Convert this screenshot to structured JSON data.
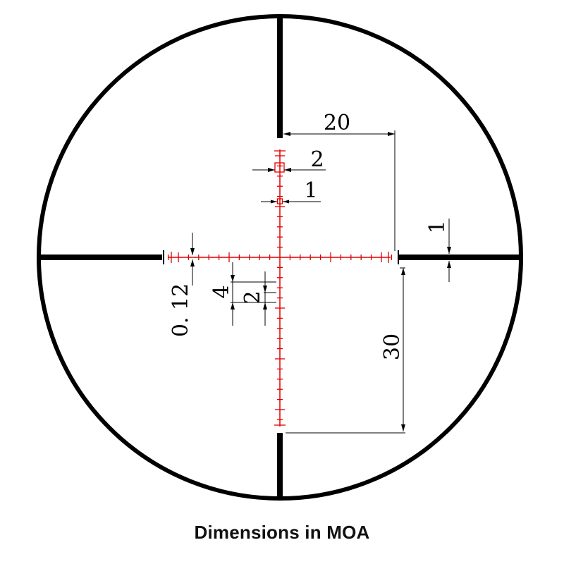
{
  "diagram": {
    "caption": "Dimensions in MOA",
    "colors": {
      "outline": "#000000",
      "crosshair": "#e00000",
      "dimension": "#000000",
      "background": "#ffffff"
    },
    "labels": {
      "post_gap": "20",
      "box_large": "2",
      "box_small": "1",
      "post_width": "1",
      "line_width": "0. 12",
      "tick_major": "4",
      "tick_minor": "2",
      "vertical_gap": "30"
    }
  }
}
